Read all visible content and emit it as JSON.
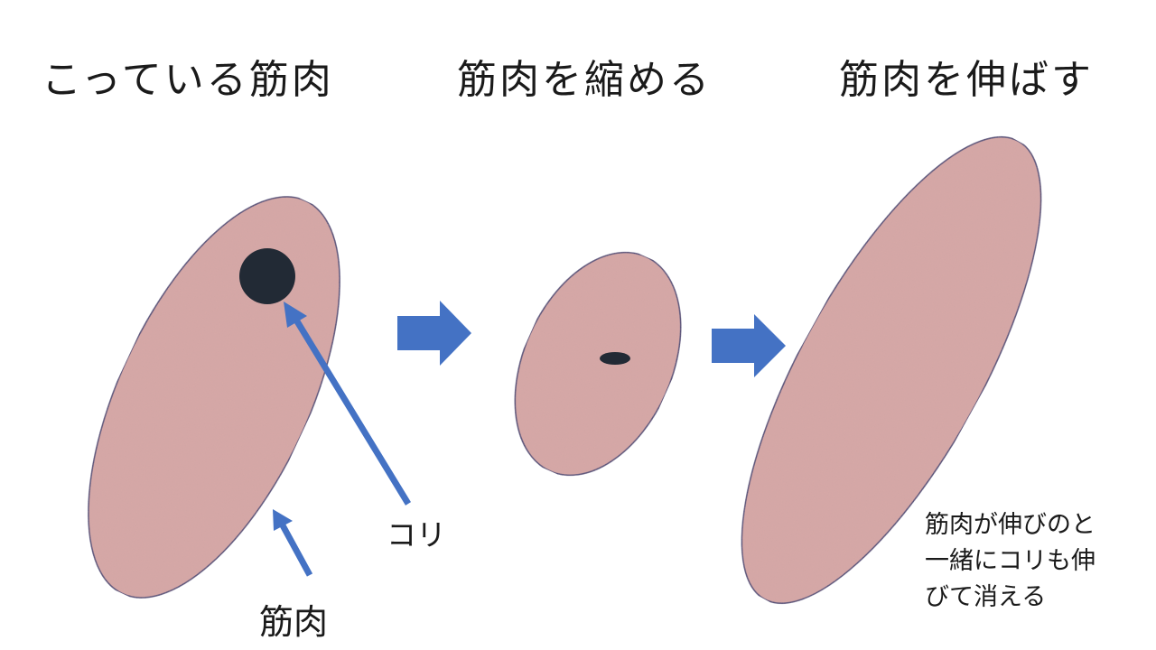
{
  "titles": {
    "stiff": "こっている筋肉",
    "contract": "筋肉を縮める",
    "stretch": "筋肉を伸ばす"
  },
  "labels": {
    "knot": "コリ",
    "muscle": "筋肉"
  },
  "note": {
    "line1": "筋肉が伸びのと",
    "line2": "一緒にコリも伸",
    "line3": "びて消える"
  },
  "colors": {
    "muscle_fill": "#d8a9a7",
    "muscle_stroke": "#2f3d73",
    "knot": "#222a35",
    "arrow": "#4472c4"
  }
}
